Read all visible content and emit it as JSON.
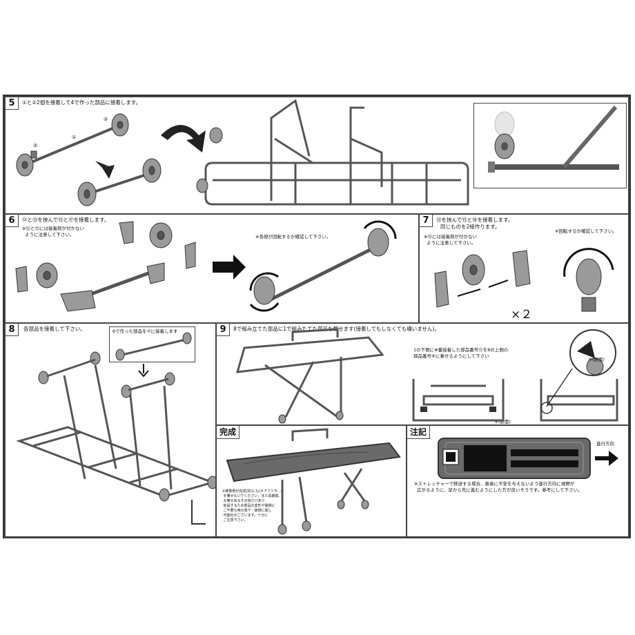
{
  "steps": {
    "s5": {
      "number": "5",
      "instruction": "①と②2個を接着して4で作った部品に接着します。"
    },
    "s6": {
      "number": "6",
      "instruction": "⑫と⑬を挟んで⑮と⑰を接着します。",
      "note_glue": "※⑫と⑬には接着剤が付かない\n  ように注意して下さい。",
      "note_rotate": "※各部が回転するか確認して下さい。"
    },
    "s7": {
      "number": "7",
      "instruction": "⑬を挟んで⑮と⑯を接着します。",
      "instruction2": "同じものを2組作ります。",
      "note_glue": "※⑬には接着剤が付かない\n  ように注意して下さい。",
      "note_rotate": "※回転するか確認して下さい。",
      "times": "×２"
    },
    "s8": {
      "number": "8",
      "instruction": "各部品を接着して下さい。",
      "inset": "6で作った部品を②に接着します"
    },
    "s9": {
      "number": "9",
      "instruction": "8で組み立てた部品に1で組みたてた部品を載せます(接着してもしなくても構いません)。",
      "note_right": "1の下側に#番接着した部品番号⑪を8の上側の\n部品番号⑧に乗せるようにして下さい",
      "label_section1": "⑧(断面)",
      "label_section2": "⑧(断面)"
    }
  },
  "kansei": {
    "title": "完成",
    "note": "※被像例が完成(完)にも(キアフリモ…)\n を乗せないでください。また長期間、\n お乗せあるその後だけ多少\n 仮設するため部品の変形や破損に\n ご不要な時の落下・破損に関し\n 可能社がございます。十分に\n ご注意下さい。"
  },
  "chuki": {
    "title": "注記",
    "direction": "進行方向",
    "note": "※ストレッチャーで移送する場合、患者に不安を与えないよう進行方向に視野が\n  広がるように、足から先に進むようにした方が良いそうです。参考にして下さい。"
  },
  "colors": {
    "border": "#444444",
    "part": "#9a9a9a",
    "dark": "#3a3a3a",
    "light": "#cfcfcf",
    "fill": "#6a6a6a"
  }
}
